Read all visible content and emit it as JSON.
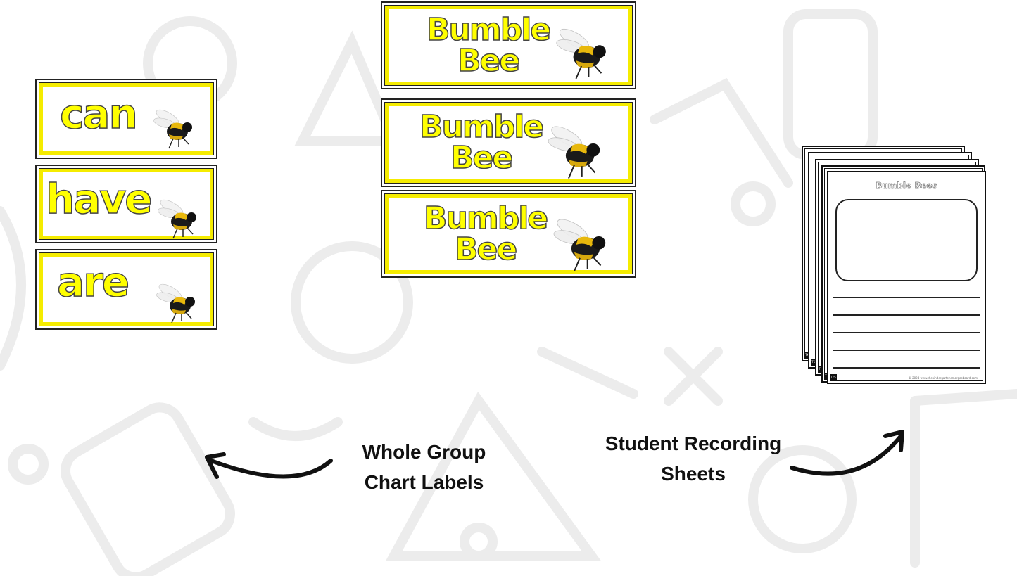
{
  "word_cards": [
    {
      "word": "can"
    },
    {
      "word": "have"
    },
    {
      "word": "are"
    }
  ],
  "title_cards": [
    {
      "line1": "Bumble",
      "line2": "Bee"
    },
    {
      "line1": "Bumble",
      "line2": "Bee"
    },
    {
      "line1": "Bumble",
      "line2": "Bee"
    }
  ],
  "recording_sheet": {
    "title": "Bumble Bees",
    "tag": "TKS",
    "footer": "© 2024 www.thekindergartensmorgasboard.com"
  },
  "captions": {
    "chart_labels_line1": "Whole Group",
    "chart_labels_line2": "Chart Labels",
    "sheets_line1": "Student Recording",
    "sheets_line2": "Sheets"
  },
  "colors": {
    "accent_yellow": "#f5ec00",
    "word_fill": "#ffff00"
  }
}
